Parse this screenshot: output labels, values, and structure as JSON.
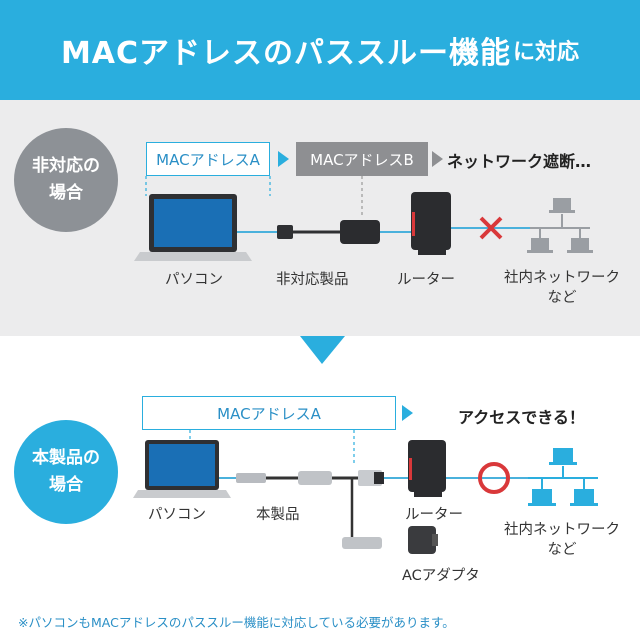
{
  "header": {
    "title_main": "MACアドレスのパススルー機能",
    "title_sub": "に対応"
  },
  "top": {
    "badge": [
      "非対応の",
      "場合"
    ],
    "mac_a": "MACアドレスA",
    "mac_b": "MACアドレスB",
    "status": "ネットワーク遮断…",
    "labels": {
      "pc": "パソコン",
      "device": "非対応製品",
      "router": "ルーター",
      "network": [
        "社内ネットワーク",
        "など"
      ]
    }
  },
  "bottom": {
    "badge": [
      "本製品の",
      "場合"
    ],
    "mac_a": "MACアドレスA",
    "status": "アクセスできる！",
    "labels": {
      "pc": "パソコン",
      "device": "本製品",
      "router": "ルーター",
      "adapter": "ACアダプタ",
      "network": [
        "社内ネットワーク",
        "など"
      ]
    }
  },
  "footnote": "※パソコンもMACアドレスのパススルー機能に対応している必要があります。",
  "colors": {
    "accent": "#2aaede",
    "gray_badge": "#8d9196",
    "cross": "#d9383a",
    "ok_ring": "#d9383a"
  }
}
